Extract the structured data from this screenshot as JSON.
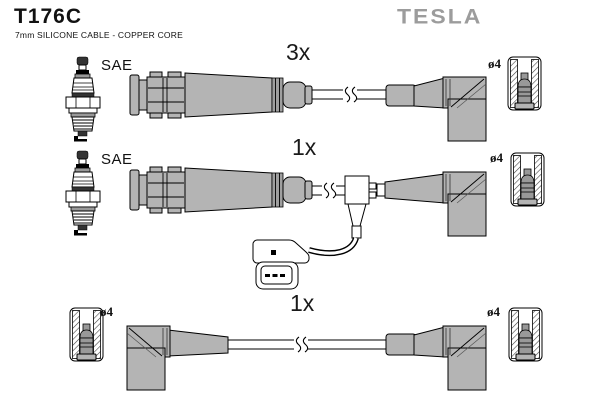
{
  "header": {
    "part_number": "T176C",
    "subtitle": "7mm SILICONE CABLE - COPPER CORE",
    "brand": "TESLA"
  },
  "colors": {
    "background": "#ffffff",
    "boot_gray": "#b4b4b4",
    "boot_shadow": "#9f9f9f",
    "outline": "#000000",
    "brand_gray": "#9c9c9c",
    "metal_gray": "#999999"
  },
  "rows": [
    {
      "quantity": "3x",
      "plug_standard": "SAE",
      "terminal_diameter": "ø4",
      "icons": [
        "spark-plug-icon",
        "straight-boot",
        "cable-break",
        "angled-boot",
        "terminal-sleeve-icon"
      ]
    },
    {
      "quantity": "1x",
      "plug_standard": "SAE",
      "terminal_diameter": "ø4",
      "icons": [
        "spark-plug-icon",
        "straight-boot",
        "cable-break",
        "tee-junction",
        "sensor-connector",
        "angled-boot",
        "terminal-sleeve-icon"
      ]
    },
    {
      "quantity": "1x",
      "terminal_diameter_left": "ø4",
      "terminal_diameter_right": "ø4",
      "icons": [
        "terminal-sleeve-icon",
        "angled-boot",
        "cable-break",
        "angled-boot",
        "terminal-sleeve-icon"
      ]
    }
  ]
}
